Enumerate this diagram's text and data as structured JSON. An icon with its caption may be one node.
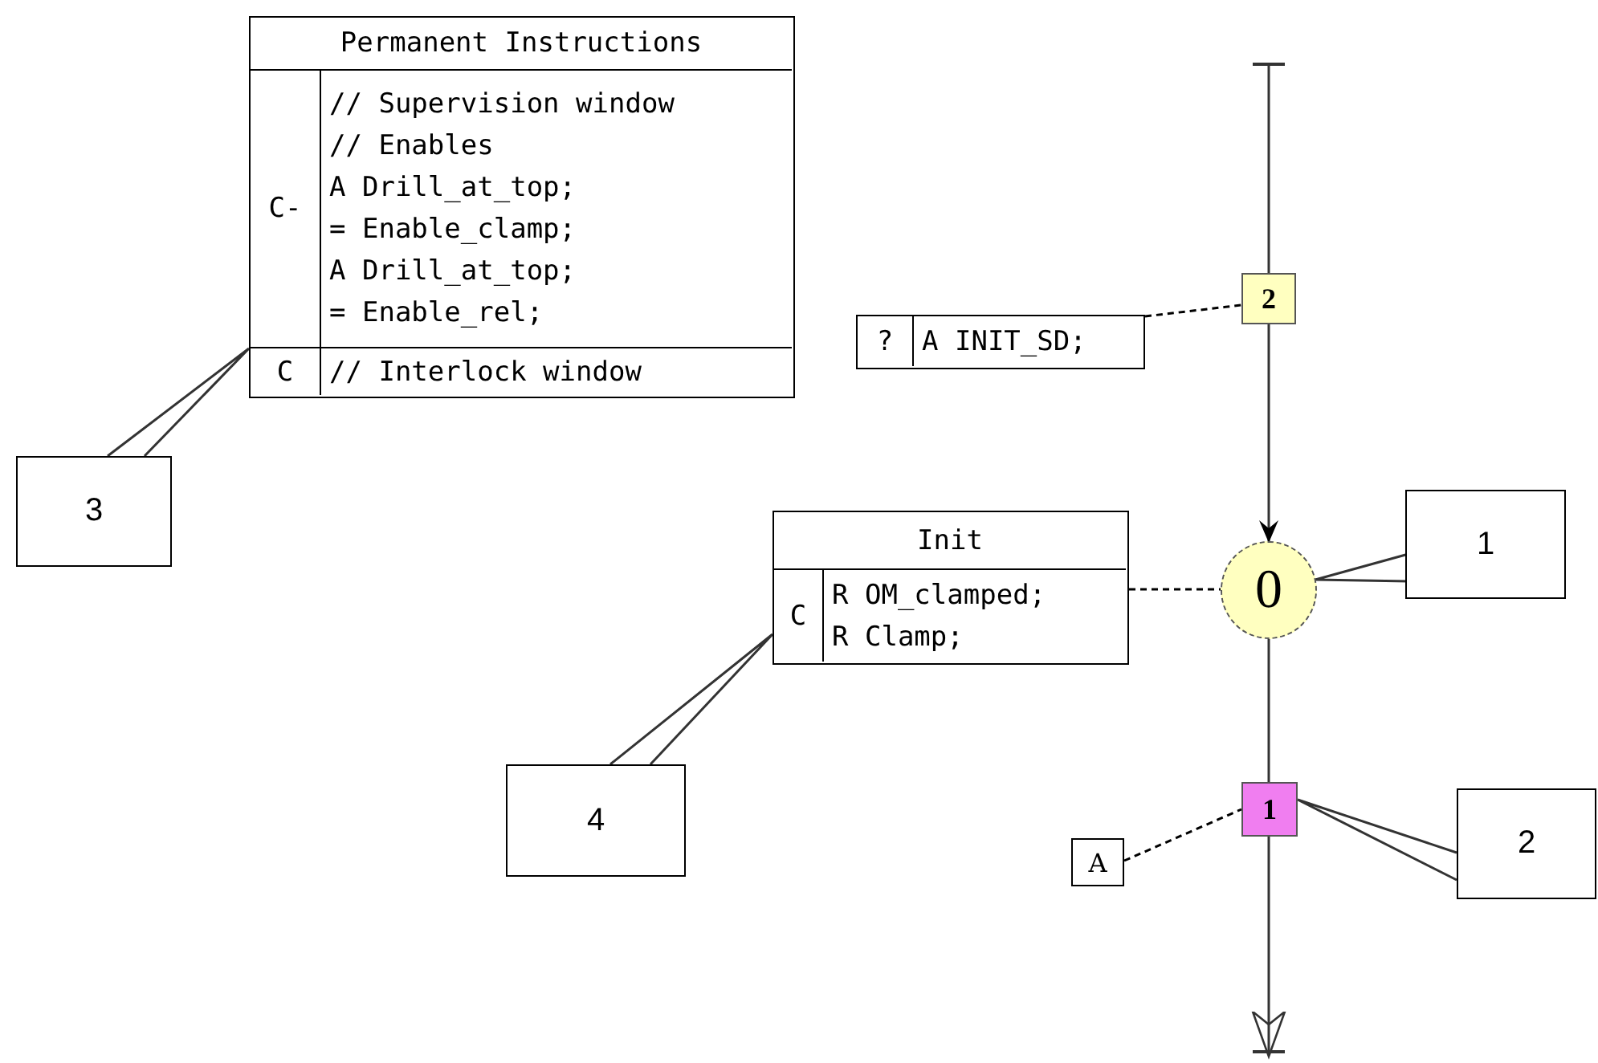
{
  "diagram": {
    "nodes": [
      {
        "text": [
          "Permanent Instructions",
          "C-",
          "// Supervision window",
          "// Enables",
          "A Drill_at_top;",
          "= Enable_clamp;",
          "A Drill_at_top;",
          "= Enable_rel;",
          "C",
          "// Interlock window"
        ]
      },
      {
        "text": [
          "3"
        ]
      },
      {
        "text": [
          "2"
        ]
      },
      {
        "text": [
          "?",
          "A INIT_SD;"
        ]
      },
      {
        "text": [
          "0"
        ]
      },
      {
        "text": [
          "1"
        ]
      },
      {
        "text": [
          "Init",
          "C",
          "R OM_clamped;",
          "R Clamp;"
        ]
      },
      {
        "text": [
          "4"
        ]
      },
      {
        "text": [
          "1"
        ]
      },
      {
        "text": [
          "A"
        ]
      },
      {
        "text": [
          "2"
        ]
      }
    ],
    "edges": [
      {
        "from": 1,
        "to": 0,
        "arrow": "none"
      },
      {
        "from": null,
        "to": 2,
        "arrow": "other"
      },
      {
        "from": 3,
        "to": 2,
        "arrow": "none",
        "style": "dashed"
      },
      {
        "from": 2,
        "to": 4,
        "arrow": "to"
      },
      {
        "from": 5,
        "to": 4,
        "arrow": "none"
      },
      {
        "from": 6,
        "to": 4,
        "arrow": "none",
        "style": "dashed"
      },
      {
        "from": 7,
        "to": 6,
        "arrow": "none"
      },
      {
        "from": 4,
        "to": 8,
        "arrow": "none"
      },
      {
        "from": 9,
        "to": 8,
        "arrow": "none",
        "style": "dashed"
      },
      {
        "from": 10,
        "to": 8,
        "arrow": "none"
      },
      {
        "from": 8,
        "to": null,
        "arrow": "to"
      }
    ]
  }
}
